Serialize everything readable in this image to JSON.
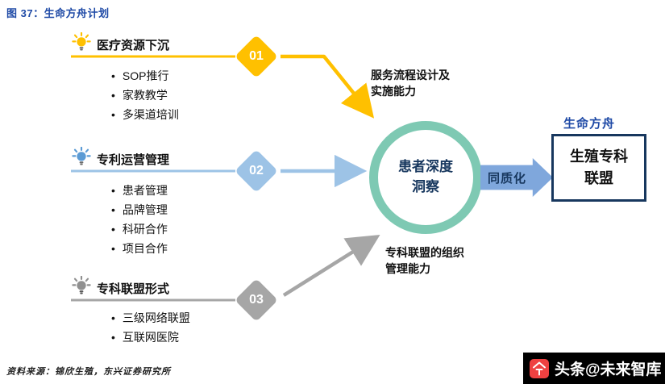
{
  "title": "图 37：生命方舟计划",
  "tracks": [
    {
      "number": "01",
      "label": "医疗资源下沉",
      "bullets": [
        "SOP推行",
        "家教教学",
        "多渠道培训"
      ],
      "color": "#FFC000"
    },
    {
      "number": "02",
      "label": "专利运营管理",
      "bullets": [
        "患者管理",
        "品牌管理",
        "科研合作",
        "项目合作"
      ],
      "color": "#9DC3E6"
    },
    {
      "number": "03",
      "label": "专科联盟形式",
      "bullets": [
        "三级网络联盟",
        "互联网医院"
      ],
      "color": "#A6A6A6"
    }
  ],
  "bullet_marker": "•",
  "center": {
    "circle_label": "患者深度\n洞察",
    "top_note": "服务流程设计及\n实施能力",
    "bottom_note": "专科联盟的组织\n管理能力"
  },
  "right": {
    "arrow_label": "同质化",
    "box_title": "生命方舟",
    "box_label": "生殖专科\n联盟"
  },
  "footer": {
    "source": "资料来源：锦欣生殖，东兴证券研究所",
    "watermark": "头条@未来智库"
  },
  "colors": {
    "title_blue": "#1F4AA6",
    "track1_yellow": "#FFC000",
    "track2_blue": "#9DC3E6",
    "track3_gray": "#A6A6A6",
    "circle_ring_teal": "#7EC9B3",
    "homogenize_arrow_blue": "#7FA7DC",
    "navy_text": "#17375E",
    "watermark_bg": "#000000",
    "watermark_logo_red": "#EF4141"
  }
}
